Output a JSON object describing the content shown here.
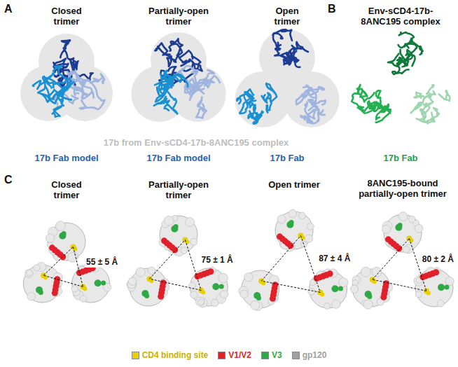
{
  "diagram": {
    "labels": [
      "A",
      "Closed trimer",
      "Partially-open trimer",
      "Open trimer",
      "B",
      "Env-sCD4-17b-8ANC195 complex",
      "17b from Env-sCD4-17b-8ANC195 complex",
      "17b Fab model",
      "17b Fab model",
      "17b Fab",
      "17b Fab",
      "C",
      "Closed trimer",
      "Partially-open trimer",
      "Open trimer",
      "8ANC195-bound partially-open trimer",
      "55 ± 5 Å",
      "75 ± 1 Å",
      "87 ± 4 Å",
      "80 ± 2 Å"
    ],
    "legend": [
      {
        "text": "CD4 binding site",
        "color": "#e8d000"
      },
      {
        "text": "V1/V2",
        "color": "#e0202a"
      },
      {
        "text": "V3",
        "color": "#2fa845"
      },
      {
        "text": "gp120",
        "color": "#a0a0a0"
      }
    ]
  }
}
